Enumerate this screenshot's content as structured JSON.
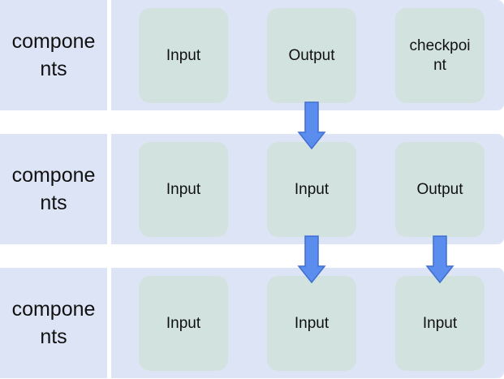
{
  "rows": [
    {
      "label": "components",
      "boxes": [
        "Input",
        "Output",
        "checkpoint"
      ]
    },
    {
      "label": "components",
      "boxes": [
        "Input",
        "Input",
        "Output"
      ]
    },
    {
      "label": "components",
      "boxes": [
        "Input",
        "Input",
        "Input"
      ]
    }
  ],
  "colors": {
    "band": "#dde4f6",
    "box": "#d2e2de",
    "arrow_fill": "#5b8def",
    "arrow_stroke": "#3f6fd1"
  },
  "arrows": [
    {
      "from": "rows.0.boxes.1",
      "to": "rows.1.boxes.1"
    },
    {
      "from": "rows.1.boxes.1",
      "to": "rows.2.boxes.1"
    },
    {
      "from": "rows.1.boxes.2",
      "to": "rows.2.boxes.2"
    }
  ]
}
